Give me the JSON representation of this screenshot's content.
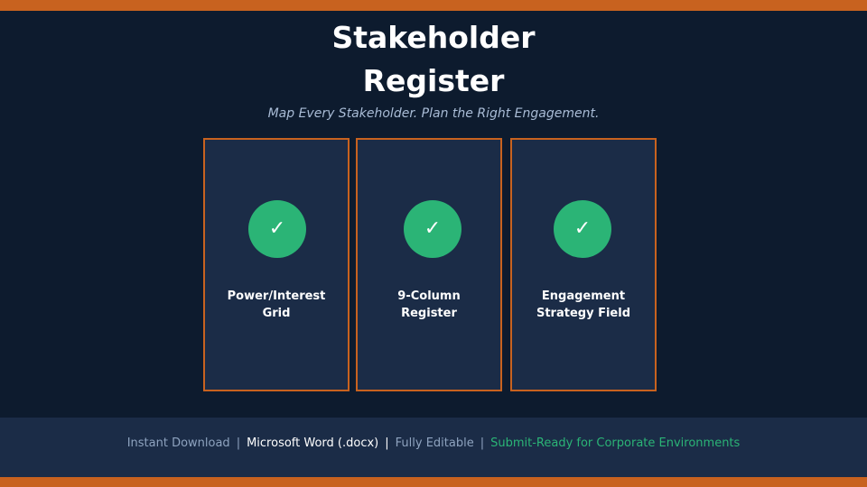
{
  "header": {
    "title_line1": "Stakeholder",
    "title_line2": "Register",
    "subtitle": "Map Every Stakeholder. Plan the Right Engagement."
  },
  "cards": [
    {
      "icon": "check-icon",
      "glyph": "✓",
      "label_line1": "Power/Interest",
      "label_line2": "Grid"
    },
    {
      "icon": "check-icon",
      "glyph": "✓",
      "label_line1": "9-Column",
      "label_line2": "Register"
    },
    {
      "icon": "check-icon",
      "glyph": "✓",
      "label_line1": "Engagement",
      "label_line2": "Strategy Field"
    }
  ],
  "footer": {
    "item1": "Instant Download",
    "item2": "Microsoft Word (.docx)",
    "item3": "Fully Editable",
    "item4": "Submit-Ready for Corporate Environments",
    "separator": "|"
  },
  "colors": {
    "background": "#0d1b2e",
    "card": "#1b2c47",
    "accent_orange": "#c8621f",
    "check_green": "#2bb476",
    "subtitle": "#a9bcd6"
  }
}
